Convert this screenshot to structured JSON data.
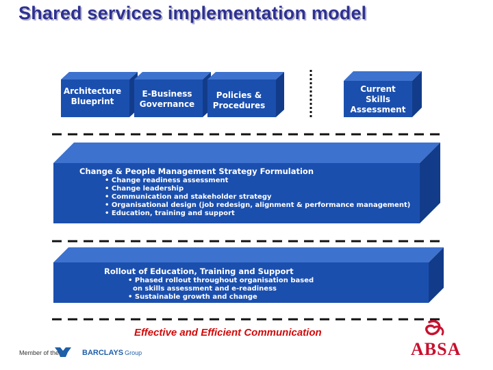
{
  "title": "Shared services implementation model",
  "top_boxes": [
    {
      "lines": [
        "Architecture",
        "Blueprint"
      ]
    },
    {
      "lines": [
        "E-Business",
        "Governance"
      ]
    },
    {
      "lines": [
        "Policies &",
        "Procedures"
      ]
    },
    {
      "lines": [
        "Current",
        "Skills",
        "Assessment"
      ]
    }
  ],
  "change_panel": {
    "heading": "Change & People Management Strategy Formulation",
    "bullets": [
      "• Change readiness assessment",
      "• Change leadership",
      "• Communication and stakeholder strategy",
      "• Organisational design (job redesign, alignment & performance management)",
      "• Education, training and support"
    ]
  },
  "rollout_panel": {
    "heading": "Rollout of Education, Training and Support",
    "bullets": [
      "• Phased rollout throughout organisation based",
      "  on skills assessment and e-readiness",
      "• Sustainable growth and change"
    ]
  },
  "footer": {
    "text": "Effective and Efficient Communication",
    "member_prefix": "Member of the",
    "member_brand": "BARCLAYS",
    "member_suffix": "Group",
    "logo_text": "ABSA"
  },
  "colors": {
    "title": "#2e3192",
    "box_front": "#1b4fae",
    "box_top": "#3d72cf",
    "box_side": "#123c8a",
    "footer_text": "#d10a0a",
    "logo": "#c8102e"
  }
}
